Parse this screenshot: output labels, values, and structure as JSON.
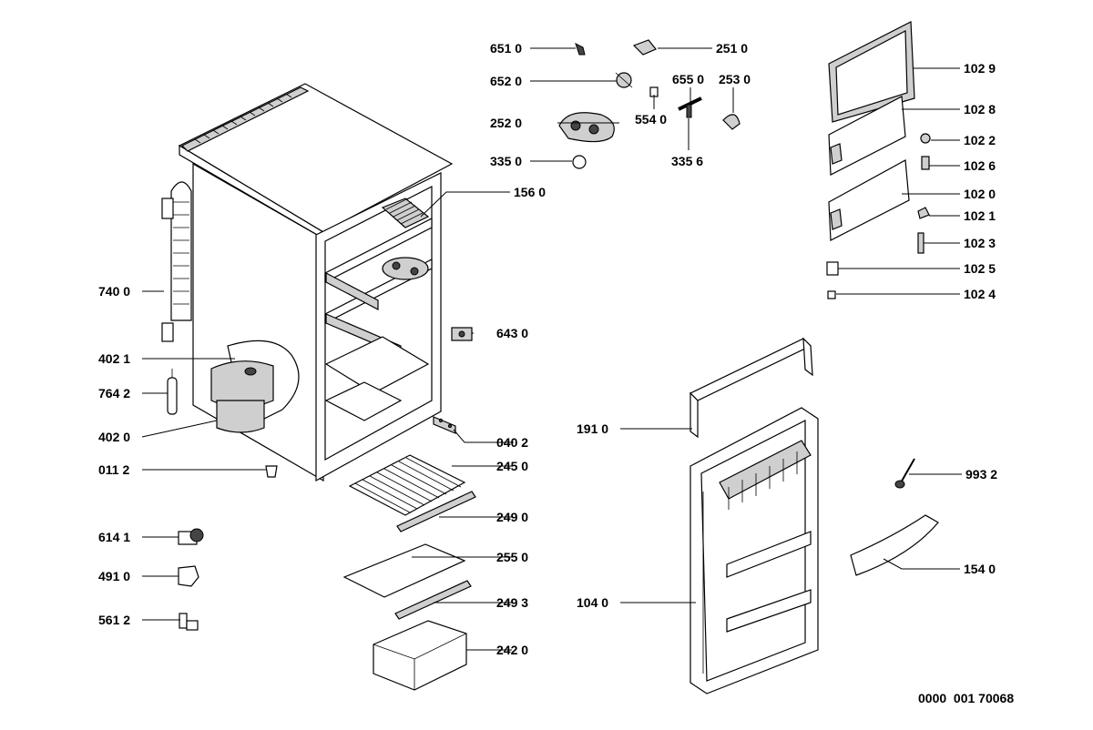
{
  "parts": {
    "p6510": "651 0",
    "p2510": "251 0",
    "p6520": "652 0",
    "p6550": "655 0",
    "p2530": "253 0",
    "p2520": "252 0",
    "p5540": "554 0",
    "p3350": "335 0",
    "p3356": "335 6",
    "p1029": "102 9",
    "p1028": "102 8",
    "p1022": "102 2",
    "p1026": "102 6",
    "p1020": "102 0",
    "p1021": "102 1",
    "p1023": "102 3",
    "p1025": "102 5",
    "p1024": "102 4",
    "p1560": "156 0",
    "p7400": "740 0",
    "p6430": "643 0",
    "p4021": "402 1",
    "p7642": "764 2",
    "p4020": "402 0",
    "p0402": "040 2",
    "p1910": "191 0",
    "p0112": "011 2",
    "p2450": "245 0",
    "p9932": "993 2",
    "p2490": "249 0",
    "p6141": "614 1",
    "p1540": "154 0",
    "p4910": "491 0",
    "p2550": "255 0",
    "p1040": "104 0",
    "p2493": "249 3",
    "p5612": "561 2",
    "p2420": "242 0"
  },
  "drawing_ref": "0000  001 70068"
}
